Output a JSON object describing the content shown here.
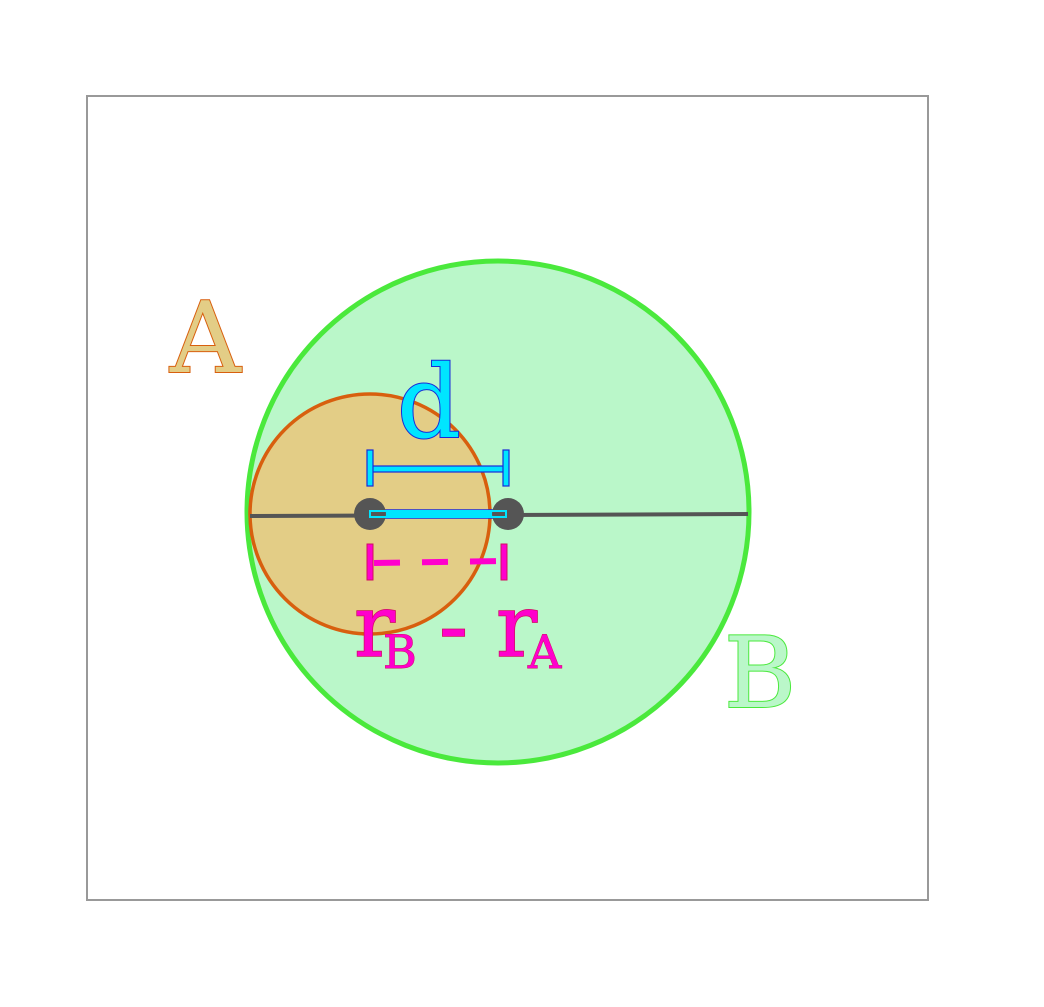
{
  "diagram": {
    "circle_a": {
      "label": "A",
      "fill": "#e3cd86",
      "stroke": "#d85f0e"
    },
    "circle_b": {
      "label": "B",
      "fill": "#baf7c9",
      "stroke": "#4ae93c"
    },
    "distance": {
      "label": "d",
      "color": "#00e5ff",
      "outline": "#1a2ad8"
    },
    "radius_difference": {
      "r_b": "r",
      "r_b_subscript": "B",
      "minus": "-",
      "r_a": "r",
      "r_a_subscript": "A",
      "color": "#ff00cc",
      "outline": "#d01060"
    },
    "center_dot_color": "#555555",
    "frame_color": "#999999"
  }
}
